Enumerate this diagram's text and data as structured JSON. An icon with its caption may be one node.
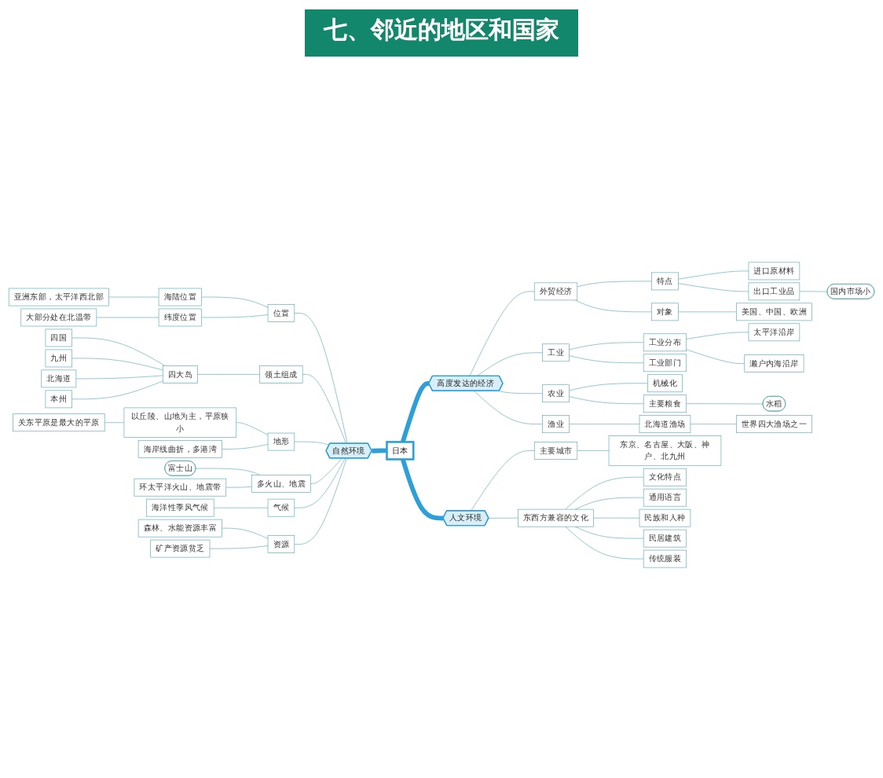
{
  "diagram": {
    "title": "七、邻近的地区和国家",
    "nodes": [
      {
        "text": [
          "日本"
        ]
      },
      {
        "text": [
          "自然环境"
        ]
      },
      {
        "text": [
          "位置"
        ]
      },
      {
        "text": [
          "海陆位置"
        ]
      },
      {
        "text": [
          "亚洲东部，太平洋西北部"
        ]
      },
      {
        "text": [
          "纬度位置"
        ]
      },
      {
        "text": [
          "大部分处在北温带"
        ]
      },
      {
        "text": [
          "领土组成"
        ]
      },
      {
        "text": [
          "四大岛"
        ]
      },
      {
        "text": [
          "四国"
        ]
      },
      {
        "text": [
          "九州"
        ]
      },
      {
        "text": [
          "北海道"
        ]
      },
      {
        "text": [
          "本州"
        ]
      },
      {
        "text": [
          "地形"
        ]
      },
      {
        "text": [
          "关东平原是最大的平原"
        ]
      },
      {
        "text": [
          "以丘陵、山地为主，平原狭小"
        ]
      },
      {
        "text": [
          "海岸线曲折，多港湾"
        ]
      },
      {
        "text": [
          "多火山、地震"
        ]
      },
      {
        "text": [
          "富士山"
        ]
      },
      {
        "text": [
          "环太平洋火山、地震带"
        ]
      },
      {
        "text": [
          "气候"
        ]
      },
      {
        "text": [
          "海洋性季风气候"
        ]
      },
      {
        "text": [
          "资源"
        ]
      },
      {
        "text": [
          "森林、水能资源丰富"
        ]
      },
      {
        "text": [
          "矿产资源贫乏"
        ]
      },
      {
        "text": [
          "高度发达的经济"
        ]
      },
      {
        "text": [
          "外贸经济"
        ]
      },
      {
        "text": [
          "特点"
        ]
      },
      {
        "text": [
          "进口原材料"
        ]
      },
      {
        "text": [
          "出口工业品"
        ]
      },
      {
        "text": [
          "国内市场小"
        ]
      },
      {
        "text": [
          "对象"
        ]
      },
      {
        "text": [
          "美国、中国、欧洲"
        ]
      },
      {
        "text": [
          "工业"
        ]
      },
      {
        "text": [
          "工业分布"
        ]
      },
      {
        "text": [
          "太平洋沿岸"
        ]
      },
      {
        "text": [
          "濑户内海沿岸"
        ]
      },
      {
        "text": [
          "工业部门"
        ]
      },
      {
        "text": [
          "农业"
        ]
      },
      {
        "text": [
          "机械化"
        ]
      },
      {
        "text": [
          "主要粮食"
        ]
      },
      {
        "text": [
          "水稻"
        ]
      },
      {
        "text": [
          "渔业"
        ]
      },
      {
        "text": [
          "北海道渔场"
        ]
      },
      {
        "text": [
          "世界四大渔场之一"
        ]
      },
      {
        "text": [
          "人文环境"
        ]
      },
      {
        "text": [
          "主要城市"
        ]
      },
      {
        "text": [
          "东京、名古屋、大阪、神户、北九州"
        ]
      },
      {
        "text": [
          "东西方兼容的文化"
        ]
      },
      {
        "text": [
          "文化特点"
        ]
      },
      {
        "text": [
          "通用语言"
        ]
      },
      {
        "text": [
          "民族和人种"
        ]
      },
      {
        "text": [
          "民居建筑"
        ]
      },
      {
        "text": [
          "传统服装"
        ]
      }
    ],
    "edges": [
      {
        "from": 1,
        "to": 0,
        "arrow": "none",
        "style": "thick",
        "color": "#2f9fd8"
      },
      {
        "from": 2,
        "to": 1,
        "arrow": "none"
      },
      {
        "from": 3,
        "to": 2,
        "arrow": "none"
      },
      {
        "from": 4,
        "to": 3,
        "arrow": "none"
      },
      {
        "from": 5,
        "to": 2,
        "arrow": "none"
      },
      {
        "from": 6,
        "to": 5,
        "arrow": "none"
      },
      {
        "from": 7,
        "to": 1,
        "arrow": "none"
      },
      {
        "from": 8,
        "to": 7,
        "arrow": "none"
      },
      {
        "from": 9,
        "to": 8,
        "arrow": "none"
      },
      {
        "from": 10,
        "to": 8,
        "arrow": "none"
      },
      {
        "from": 11,
        "to": 8,
        "arrow": "none"
      },
      {
        "from": 12,
        "to": 8,
        "arrow": "none"
      },
      {
        "from": 13,
        "to": 1,
        "arrow": "none"
      },
      {
        "from": 14,
        "to": 15,
        "arrow": "none"
      },
      {
        "from": 15,
        "to": 13,
        "arrow": "none"
      },
      {
        "from": 16,
        "to": 13,
        "arrow": "none"
      },
      {
        "from": 17,
        "to": 1,
        "arrow": "none"
      },
      {
        "from": 18,
        "to": 17,
        "arrow": "none"
      },
      {
        "from": 19,
        "to": 17,
        "arrow": "none"
      },
      {
        "from": 20,
        "to": 1,
        "arrow": "none"
      },
      {
        "from": 21,
        "to": 20,
        "arrow": "none"
      },
      {
        "from": 22,
        "to": 1,
        "arrow": "none"
      },
      {
        "from": 23,
        "to": 22,
        "arrow": "none"
      },
      {
        "from": 24,
        "to": 22,
        "arrow": "none"
      },
      {
        "from": 0,
        "to": 25,
        "arrow": "none",
        "style": "thick",
        "color": "#2f9fd8"
      },
      {
        "from": 25,
        "to": 26,
        "arrow": "none"
      },
      {
        "from": 26,
        "to": 27,
        "arrow": "none"
      },
      {
        "from": 27,
        "to": 28,
        "arrow": "none"
      },
      {
        "from": 27,
        "to": 29,
        "arrow": "none"
      },
      {
        "from": 29,
        "to": 30,
        "arrow": "none"
      },
      {
        "from": 26,
        "to": 31,
        "arrow": "none"
      },
      {
        "from": 31,
        "to": 32,
        "arrow": "none"
      },
      {
        "from": 25,
        "to": 33,
        "arrow": "none"
      },
      {
        "from": 33,
        "to": 34,
        "arrow": "none"
      },
      {
        "from": 34,
        "to": 35,
        "arrow": "none"
      },
      {
        "from": 34,
        "to": 36,
        "arrow": "none"
      },
      {
        "from": 33,
        "to": 37,
        "arrow": "none"
      },
      {
        "from": 25,
        "to": 38,
        "arrow": "none"
      },
      {
        "from": 38,
        "to": 39,
        "arrow": "none"
      },
      {
        "from": 38,
        "to": 40,
        "arrow": "none"
      },
      {
        "from": 40,
        "to": 41,
        "arrow": "none"
      },
      {
        "from": 25,
        "to": 42,
        "arrow": "none"
      },
      {
        "from": 42,
        "to": 43,
        "arrow": "none"
      },
      {
        "from": 43,
        "to": 44,
        "arrow": "none"
      },
      {
        "from": 0,
        "to": 45,
        "arrow": "none",
        "style": "thick",
        "color": "#2f9fd8"
      },
      {
        "from": 45,
        "to": 46,
        "arrow": "none"
      },
      {
        "from": 46,
        "to": 47,
        "arrow": "none"
      },
      {
        "from": 45,
        "to": 48,
        "arrow": "none"
      },
      {
        "from": 48,
        "to": 49,
        "arrow": "none"
      },
      {
        "from": 48,
        "to": 50,
        "arrow": "none"
      },
      {
        "from": 48,
        "to": 51,
        "arrow": "none"
      },
      {
        "from": 48,
        "to": 52,
        "arrow": "none"
      },
      {
        "from": 48,
        "to": 53,
        "arrow": "none"
      }
    ]
  }
}
